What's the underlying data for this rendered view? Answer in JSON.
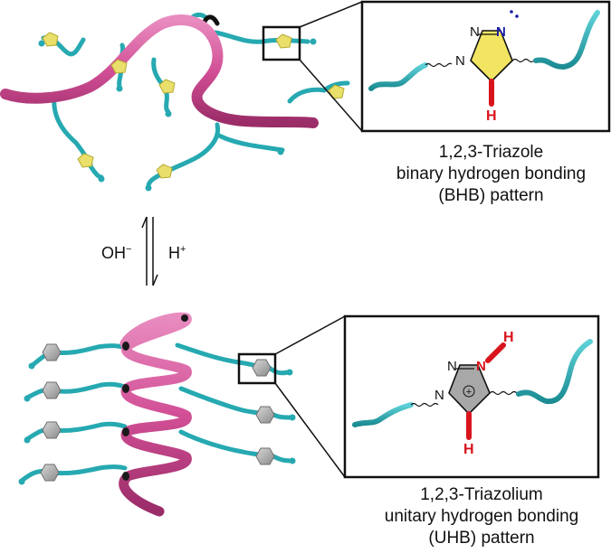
{
  "equilibrium": {
    "left_label": "OH",
    "left_sup": "−",
    "right_label": "H",
    "right_sup": "+"
  },
  "triazole": {
    "caption": [
      "1,2,3-Triazole",
      "binary hydrogen bonding",
      "(BHB) pattern"
    ],
    "atoms": {
      "n1": "N",
      "n2": "N",
      "n3": "N",
      "h": "H"
    }
  },
  "triazolium": {
    "caption": [
      "1,2,3-Triazolium",
      "unitary hydrogen bonding",
      "(UHB) pattern"
    ],
    "atoms": {
      "n1": "N",
      "n2": "N",
      "n3": "N",
      "h_top": "H",
      "h_bottom": "H",
      "charge": "+"
    }
  },
  "colors": {
    "backbone": "#d24f96",
    "side_chain": "#2ab0b8",
    "triazole_ring": "#f2e562",
    "triazolium_ring": "#a8a8a8",
    "hydrogen_bond": "#d8141c",
    "lone_pair_nitrogen": "#1a1aa8"
  }
}
